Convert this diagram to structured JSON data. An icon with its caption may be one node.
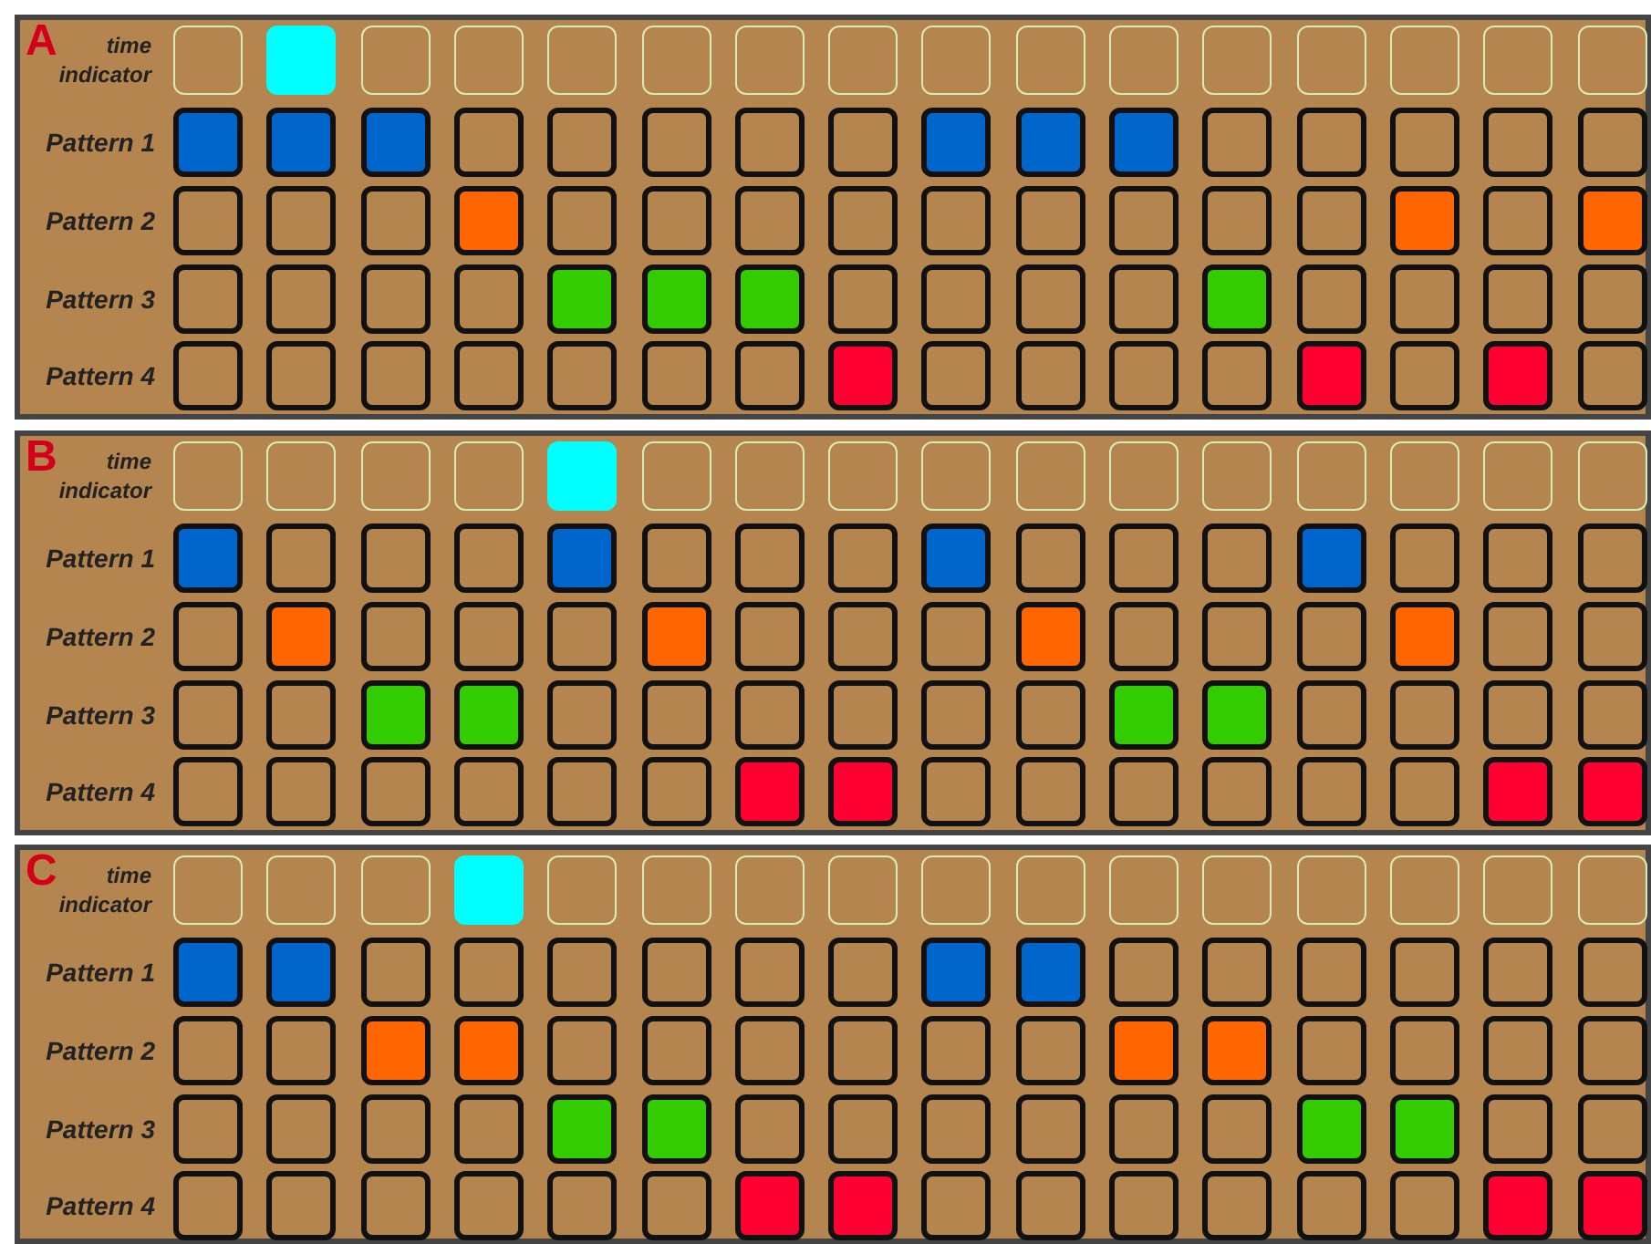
{
  "diagram": {
    "nodes": [
      {
        "text": [
          "A",
          "time indicator",
          "Pattern 1",
          "Pattern 2",
          "Pattern 3",
          "Pattern 4"
        ]
      },
      {
        "text": [
          "B",
          "time indicator",
          "Pattern 1",
          "Pattern 2",
          "Pattern 3",
          "Pattern 4"
        ]
      },
      {
        "text": [
          "C",
          "time indicator",
          "Pattern 1",
          "Pattern 2",
          "Pattern 3",
          "Pattern 4"
        ]
      }
    ]
  }
}
